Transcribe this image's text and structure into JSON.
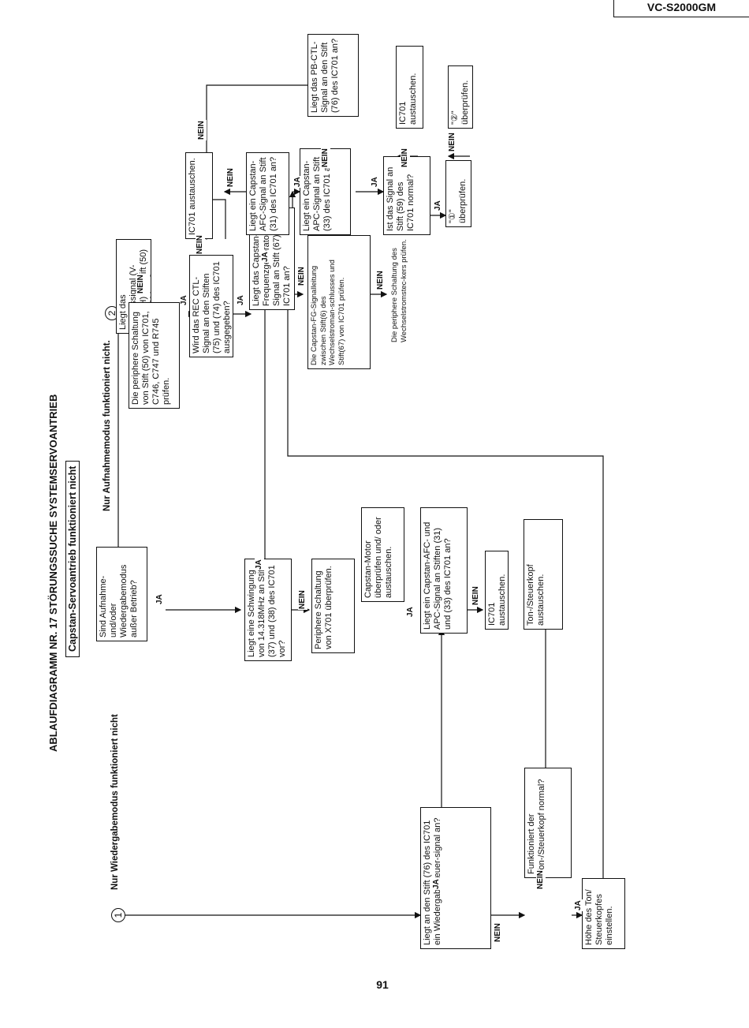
{
  "model": "VC-S2000GM",
  "page_number": "91",
  "title": "ABLAUFDIAGRAMM NR. 17 STÖRUNGSSUCHE SYSTEMSERVOANTRIEB",
  "subtitle": "Capstan-Servoantrieb funktioniert nicht",
  "paths": {
    "playback_marker": "1",
    "playback_label": "Nur Wiedergabemodus funktioniert nicht",
    "record_marker": "2",
    "record_label": "Nur Aufnahmemodus funktioniert nicht."
  },
  "answers": {
    "yes": "JA",
    "no": "NEIN"
  },
  "boxes": {
    "q_playback_signal": "Liegt an den Stift (76) des IC701 ein Wiedergabesteuer-signal an?",
    "q_head_ok": "Funktioniert der Ton-/Steuerkopf normal?",
    "a_adjust_head": "Höhe des Ton/ Steuerkopfes einstellen.",
    "a_replace_head": "Ton-/Steuerkopf austauschen.",
    "q_modes_out": "Sind Aufnahme- und/oder Wiedergabemodus außer Betrieb?",
    "q_osc": "Liegt eine Schwingung von 14.318MHz an Stift (37) und (38) des IC701 vor?",
    "a_x701": "Periphere Schaltung von X701 überprüfen.",
    "q_afc_apc_a": "Liegt ein Capstan-AFC- und APC-Signal an Stiften (31) und (33) des IC701 an?",
    "a_motor": "Capstan-Motor überprüfen und/ oder austauschen.",
    "a_replace_ic701_a": "IC701 austauschen.",
    "q_ref_signal": "Liegt das Bezugssignal (V-SYNCH) an Stift (50) des IC701 an?",
    "a_periph_50": "Die periphere Schaltung von Stift (50) von IC701, C746, C747 und R745 prüfen.",
    "q_rec_ctl": "Wird das REC CTL-Signal an den Stiften (75) und (74) des IC701 ausgegeben?",
    "q_fg_67": "Liegt das Capstan-Frequenzgenerator-Signal an Stift (67) des IC701 an?",
    "a_fg_line": "Die Capstan-FG-Signalleitung zwischen Stift(6) des Wechselstroman-schlusses und Stift(67) von IC701 prüfen.",
    "a_periph_socket": "Die periphere Schaltung des Wechselstromstec-kers prüfen.",
    "a_replace_ic701_b": "IC701 austauschen.",
    "q_afc_31": "Liegt ein Capstan-AFC-Signal an Stift (31) des IC701 an?",
    "q_apc_33": "Liegt ein Capstan-APC-Signal an Stift (33) des IC701 an?",
    "q_pbctl_76": "Liegt das PB-CTL-Signal an den Stift (76) des IC701 an?",
    "q_signal_59": "Ist das Signal an Stift (59) des IC701 normal?",
    "a_replace_ic701_c": "IC701 austauschen.",
    "a_check_1": "\"①\" überprüfen.",
    "a_check_2": "\"②\" überprüfen."
  }
}
